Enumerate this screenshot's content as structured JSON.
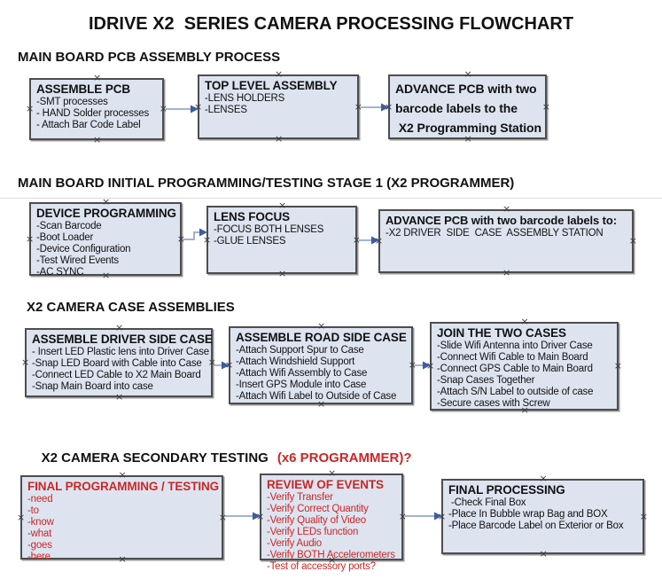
{
  "title": "IDRIVE X2  SERIES CAMERA PROCESSING FLOWCHART",
  "colors": {
    "box_fill": "#dde4f0",
    "box_border": "#4d4d4d",
    "arrow_line": "#93a8cf",
    "arrow_head": "#3e5c9e",
    "red_text": "#cc2626",
    "black_text": "#111111"
  },
  "icons": {
    "connection_handle": "×"
  },
  "sections": [
    {
      "heading": "MAIN BOARD PCB ASSEMBLY PROCESS",
      "boxes": [
        {
          "title": "ASSEMBLE PCB",
          "items": [
            "-SMT processes",
            "- HAND Solder processes",
            "- Attach Bar Code Label"
          ]
        },
        {
          "title": "TOP LEVEL ASSEMBLY",
          "items": [
            "-LENS HOLDERS",
            "-LENSES"
          ]
        },
        {
          "title": "ADVANCE PCB with two\nbarcode labels to the\n X2 Programming Station",
          "items": []
        }
      ]
    },
    {
      "heading": "MAIN BOARD INITIAL PROGRAMMING/TESTING STAGE 1 (X2 PROGRAMMER)",
      "boxes": [
        {
          "title": "DEVICE PROGRAMMING",
          "items": [
            "-Scan Barcode",
            "-Boot Loader",
            "-Device Configuration",
            "-Test Wired Events",
            "-AC SYNC"
          ]
        },
        {
          "title": "LENS FOCUS",
          "items": [
            "-FOCUS BOTH LENSES",
            "-GLUE LENSES"
          ]
        },
        {
          "title": "ADVANCE PCB with two barcode labels to:",
          "items": [
            "-X2 DRIVER  SIDE  CASE  ASSEMBLY STATION"
          ]
        }
      ]
    },
    {
      "heading": "X2 CAMERA CASE ASSEMBLIES",
      "boxes": [
        {
          "title": "ASSEMBLE DRIVER SIDE CASE",
          "items": [
            "- Insert LED Plastic lens into Driver Case",
            "-Snap LED Board with Cable into Case",
            "-Connect LED Cable to X2 Main Board",
            "-Snap Main Board into case"
          ]
        },
        {
          "title": "ASSEMBLE ROAD SIDE CASE",
          "items": [
            "-Attach Support Spur to Case",
            "-Attach Windshield Support",
            "-Attach Wifi Assembly to Case",
            "-Insert GPS Module into Case",
            "-Attach Wifi Label to Outside of Case"
          ]
        },
        {
          "title": "JOIN THE TWO CASES",
          "items": [
            "-Slide Wifi Antenna into Driver Case",
            "-Connect Wifi Cable to Main Board",
            "-Connect GPS Cable to Main Board",
            "-Snap Cases Together",
            "-Attach S/N Label to outside of case",
            "-Secure cases with Screw"
          ]
        }
      ]
    },
    {
      "heading_black": "X2 CAMERA SECONDARY TESTING",
      "heading_red": "(x6 PROGRAMMER)?",
      "boxes": [
        {
          "title": "FINAL PROGRAMMING / TESTING",
          "items": [
            "-need",
            "-to",
            "-know",
            "-what",
            "-goes",
            "-here"
          ]
        },
        {
          "title": "REVIEW OF EVENTS",
          "items": [
            "-Verify Transfer",
            "-Verify Correct Quantity",
            "-Verify Quality of Video",
            "-Verify LEDs function",
            "-Verify Audio",
            "-Verify BOTH Accelerometers",
            "-Test of accessory ports?"
          ]
        },
        {
          "title": "FINAL PROCESSING",
          "items": [
            " -Check Final Box",
            "-Place In Bubble wrap Bag and BOX",
            "-Place Barcode Label on Exterior or Box"
          ]
        }
      ]
    }
  ]
}
